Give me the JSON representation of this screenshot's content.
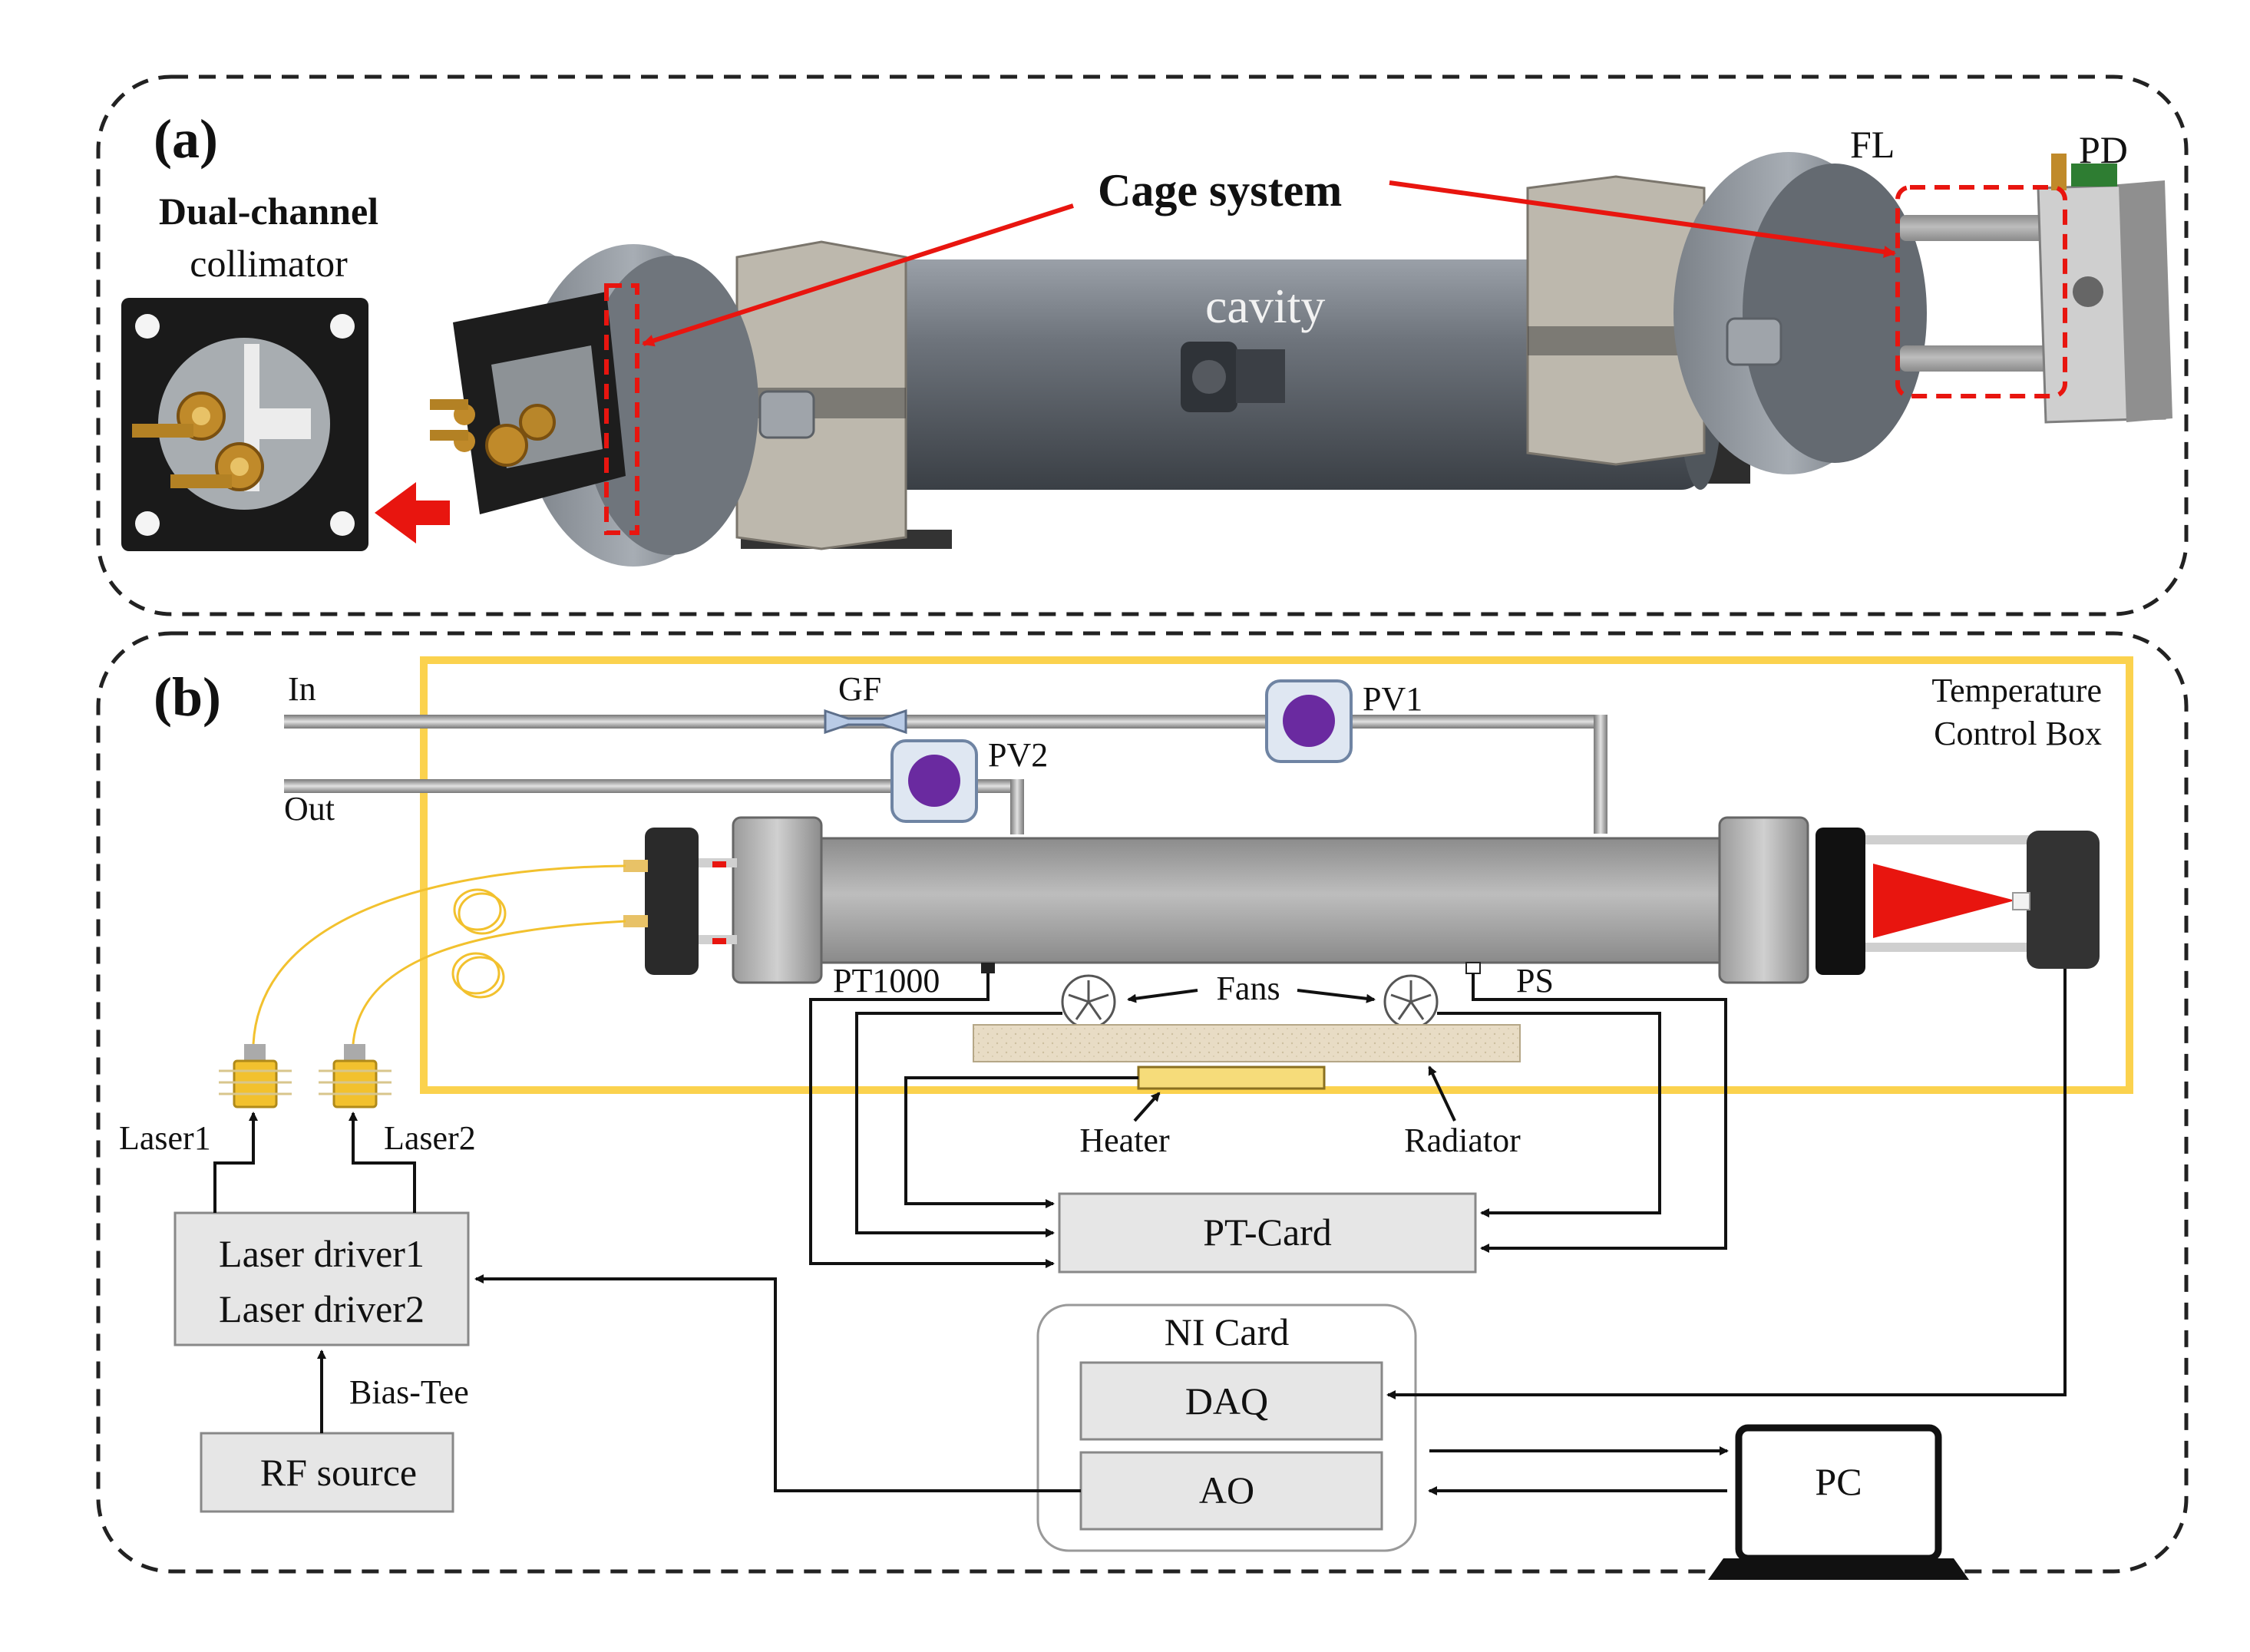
{
  "panel_a": {
    "letter": "(a)",
    "collimator_title": "Dual-channel",
    "collimator_sub": "collimator",
    "cage_label": "Cage system",
    "cavity_label": "cavity",
    "fl_label": "FL",
    "pd_label": "PD"
  },
  "panel_b": {
    "letter": "(b)",
    "in_label": "In",
    "out_label": "Out",
    "gf_label": "GF",
    "pv1_label": "PV1",
    "pv2_label": "PV2",
    "tcb_line1": "Temperature",
    "tcb_line2": "Control Box",
    "pt1000_label": "PT1000",
    "ps_label": "PS",
    "fans_label": "Fans",
    "heater_label": "Heater",
    "radiator_label": "Radiator",
    "laser1_label": "Laser1",
    "laser2_label": "Laser2",
    "laser_driver1": "Laser driver1",
    "laser_driver2": "Laser driver2",
    "bias_tee_label": "Bias-Tee",
    "rf_source": "RF source",
    "pt_card": "PT-Card",
    "ni_card": "NI Card",
    "daq": "DAQ",
    "ao": "AO",
    "pc": "PC"
  },
  "colors": {
    "accent_red": "#e8150f",
    "box_yellow": "#fbd24e",
    "fiber_yellow": "#f2c12e",
    "valve_purple": "#6a2aa0",
    "box_fill": "#e6e6e6"
  }
}
